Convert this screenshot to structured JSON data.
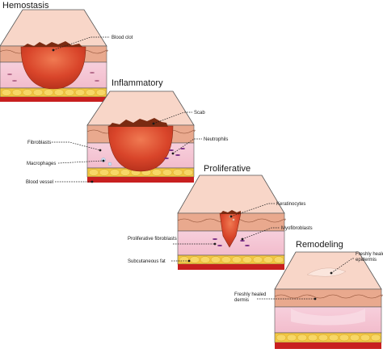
{
  "stages": [
    {
      "title": "Hemostasis",
      "labels": [
        "Blood clot"
      ]
    },
    {
      "title": "Inflammatory",
      "labels": [
        "Scab",
        "Neutrophils",
        "Fibroblasts",
        "Macrophages",
        "Blood vessel"
      ]
    },
    {
      "title": "Proliferative",
      "labels": [
        "Keratinocytes",
        "Myofibroblasts",
        "Proliferative fibroblasts",
        "Subcutaneous fat"
      ]
    },
    {
      "title": "Remodeling",
      "labels": [
        "Freshly healed epidermis",
        "Freshly healed dermis"
      ]
    }
  ],
  "colors": {
    "skin_top": "#f8d6c8",
    "epidermis": "#e9a98e",
    "dermis": "#f5c9d6",
    "fat": "#f3c640",
    "vessel": "#c81f1f",
    "wound": "#d9452a",
    "scab": "#7a2b12"
  }
}
